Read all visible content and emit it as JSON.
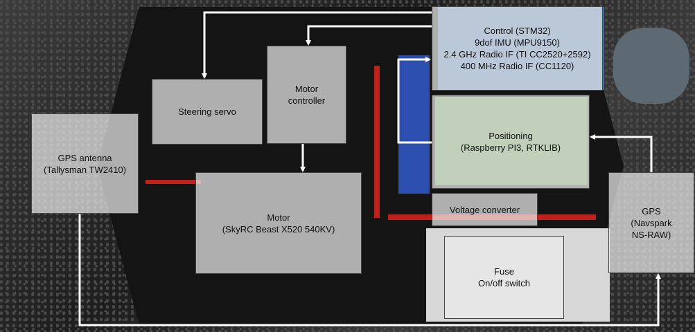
{
  "components": [
    {
      "id": "control",
      "lines": [
        "Control (STM32)",
        "9dof IMU (MPU9150)",
        "2.4 GHz Radio IF (TI CC2520+2592)",
        "400 MHz Radio IF (CC1120)"
      ]
    },
    {
      "id": "steering-servo",
      "lines": [
        "Steering servo"
      ]
    },
    {
      "id": "motor-controller",
      "lines": [
        "Motor",
        "controller"
      ]
    },
    {
      "id": "positioning",
      "lines": [
        "Positioning",
        "(Raspberry PI3, RTKLIB)"
      ]
    },
    {
      "id": "gps-antenna",
      "lines": [
        "GPS antenna",
        "(Tallysman TW2410)"
      ]
    },
    {
      "id": "motor",
      "lines": [
        "Motor",
        "(SkyRC Beast X520 540KV)"
      ]
    },
    {
      "id": "voltage-converter",
      "lines": [
        "Voltage converter"
      ]
    },
    {
      "id": "gps",
      "lines": [
        "GPS",
        "(Navspark",
        "NS-RAW)"
      ]
    },
    {
      "id": "fuse",
      "lines": [
        "Fuse",
        "On/off switch"
      ]
    }
  ],
  "colors": {
    "arrow": "#ffffff",
    "box_fill": "#ebebeb",
    "pcb_blue": "#3a6ea5",
    "pcb_green": "#4f8a3c",
    "wire_red": "#c0201a"
  }
}
